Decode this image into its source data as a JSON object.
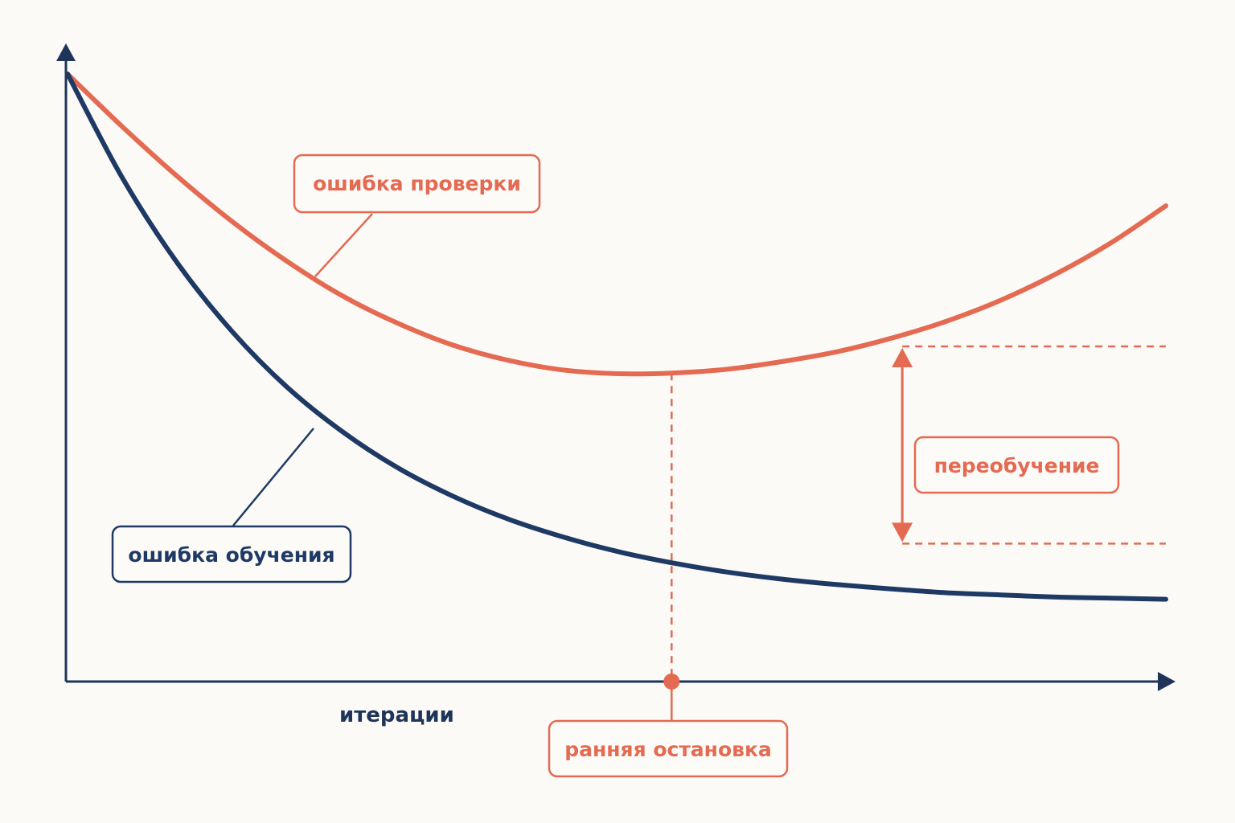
{
  "colors": {
    "background": "#fcfaf7",
    "axis": "#1e3458",
    "training": "#1e3a64",
    "validation": "#e46a52"
  },
  "chart_data": {
    "type": "line",
    "xlabel": "итерации",
    "ylabel": "",
    "grid": false,
    "xlim": [
      0,
      100
    ],
    "ylim": [
      0,
      100
    ],
    "series": [
      {
        "name": "ошибка проверки",
        "key": "validation",
        "x": [
          0,
          5,
          10,
          15,
          20,
          25,
          30,
          35,
          40,
          45,
          50,
          55,
          60,
          65,
          70,
          75,
          80,
          85,
          90,
          95,
          100
        ],
        "values": [
          100,
          90.3,
          81.2,
          72.9,
          65.6,
          59.3,
          54.3,
          50.3,
          47.5,
          45.7,
          45,
          45.1,
          45.8,
          47.2,
          49,
          51.5,
          54.6,
          58.5,
          63.3,
          69,
          75.8
        ]
      },
      {
        "name": "ошибка обучения",
        "key": "training",
        "x": [
          0,
          5,
          10,
          15,
          20,
          25,
          30,
          35,
          40,
          45,
          50,
          55,
          60,
          65,
          70,
          75,
          80,
          85,
          90,
          95,
          100
        ],
        "values": [
          100,
          80.9,
          65.3,
          52.7,
          42.5,
          34.4,
          27.8,
          22.6,
          18.4,
          15.1,
          12.4,
          10.3,
          8.6,
          7.3,
          6.3,
          5.5,
          4.8,
          4.4,
          4,
          3.8,
          3.6
        ]
      }
    ],
    "annotations": {
      "early_stop": {
        "label": "ранняя остановка",
        "x": 55
      },
      "overfit": {
        "label": "переобучение",
        "x": 76,
        "y_top": 50,
        "y_bottom": 13.8
      }
    }
  }
}
